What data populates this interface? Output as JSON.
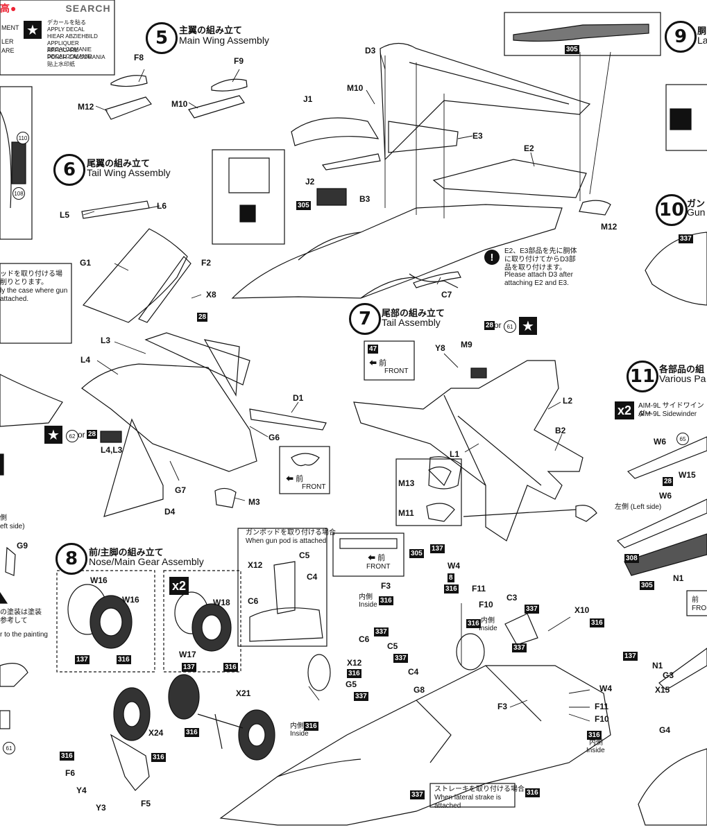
{
  "watermark": "SEARCH",
  "decal_legend": [
    "MENT",
    "LER",
    "ARE",
    "デカールを貼る",
    "APPLY DECAL",
    "HIEAR ABZIEHBILD",
    "APPLIQUER DECALCOMANIE",
    "APPLICARE DECALCOMANIE",
    "PONER CALCOMANIA",
    "贴上水印纸"
  ],
  "steps": [
    {
      "num": "5",
      "jp": "主翼の組み立て",
      "en": "Main Wing Assembly"
    },
    {
      "num": "6",
      "jp": "尾翼の組み立て",
      "en": "Tail Wing Assembly"
    },
    {
      "num": "7",
      "jp": "尾部の組み立て",
      "en": "Tail Assembly"
    },
    {
      "num": "8",
      "jp": "前/主脚の組み立て",
      "en": "Nose/Main Gear Assembly"
    },
    {
      "num": "9",
      "jp": "胴",
      "en": "La"
    },
    {
      "num": "10",
      "jp": "ガン",
      "en": "Gun"
    },
    {
      "num": "11",
      "jp": "各部品の組",
      "en": "Various Pa"
    }
  ],
  "labels": {
    "F8": "F8",
    "F9": "F9",
    "M12": "M12",
    "M10": "M10",
    "D3": "D3",
    "J1": "J1",
    "J2": "J2",
    "B3": "B3",
    "E3": "E3",
    "E2": "E2",
    "C7": "C7",
    "L5": "L5",
    "L6": "L6",
    "G1": "G1",
    "F2": "F2",
    "X8": "X8",
    "L3": "L3",
    "L4": "L4",
    "D1": "D1",
    "G6": "G6",
    "G7": "G7",
    "D4": "D4",
    "M3": "M3",
    "L4L3": "L4,L3",
    "Y8": "Y8",
    "M9": "M9",
    "L2": "L2",
    "B2": "B2",
    "L1": "L1",
    "M13": "M13",
    "M11": "M11",
    "W16": "W16",
    "W18": "W18",
    "W17": "W17",
    "X21": "X21",
    "X24": "X24",
    "F6": "F6",
    "Y4": "Y4",
    "Y3": "Y3",
    "F5": "F5",
    "X12": "X12",
    "C5": "C5",
    "C4": "C4",
    "C6": "C6",
    "F3": "F3",
    "W4": "W4",
    "F11": "F11",
    "F10": "F10",
    "C3": "C3",
    "X10": "X10",
    "G5": "G5",
    "G8": "G8",
    "N1": "N1",
    "G3": "G3",
    "X15": "X15",
    "G4": "G4",
    "W6": "W6",
    "W15": "W15",
    "G9": "G9",
    "or": "or"
  },
  "paint_codes": {
    "c305": "305",
    "c28": "28",
    "c47": "47",
    "c137": "137",
    "c8": "8",
    "c316": "316",
    "c337": "337",
    "c308": "308",
    "c61": "61",
    "c62": "62"
  },
  "notes": {
    "e2e3_jp": "E2、E3部品を先に胴体に取り付けてからD3部品を取り付けます。",
    "e2e3_en": "Please attach D3 after attaching E2 and E3.",
    "front_jp": "前",
    "front_en": "FRONT",
    "gunpod_jp": "ガンポッドを取り付ける場合",
    "gunpod_en": "When gun pod is attached",
    "strake_jp": "ストレーキを取り付ける場合",
    "strake_en": "When lateral strake is attached",
    "inside_jp": "内側",
    "inside_en": "Inside",
    "left_side": "左側 (Left side)",
    "aim9_jp": "AIM-9L サイドワインダー",
    "aim9_en": "AIM-9L Sidewinder",
    "gun_left_jp1": "ッドを取り付ける場",
    "gun_left_jp2": "削りとります。",
    "gun_left_en1": "ly the case where gun",
    "gun_left_en2": "attached.",
    "paint_left_jp": "の塗装は塗装",
    "paint_left_jp2": "参考して",
    "paint_left_en": "r to the painting",
    "left_side_frag1": "側",
    "left_side_frag2": "eft side)",
    "x2": "x2",
    "circle110": "110",
    "circle108": "108"
  }
}
